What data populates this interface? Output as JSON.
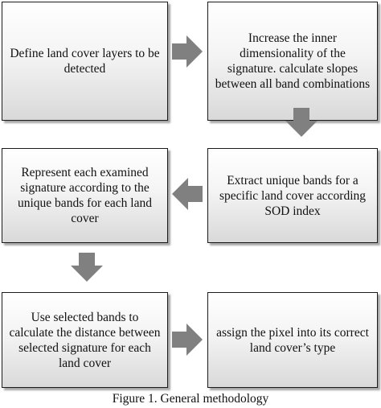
{
  "diagram": {
    "boxes": [
      {
        "id": "box-1",
        "text": "Define land cover layers to be detected"
      },
      {
        "id": "box-2",
        "text": "Increase the inner dimensionality of the signature. calculate slopes between all band combinations"
      },
      {
        "id": "box-3",
        "text": "Extract unique bands for a specific land cover according SOD index"
      },
      {
        "id": "box-4",
        "text": "Represent each examined signature according to the unique bands for each land cover"
      },
      {
        "id": "box-5",
        "text": "Use selected bands to calculate the distance between selected signature for each land cover"
      },
      {
        "id": "box-6",
        "text": "assign the pixel into its correct land cover’s type"
      }
    ],
    "flow": [
      {
        "from": "box-1",
        "to": "box-2",
        "direction": "right"
      },
      {
        "from": "box-2",
        "to": "box-3",
        "direction": "down"
      },
      {
        "from": "box-3",
        "to": "box-4",
        "direction": "left"
      },
      {
        "from": "box-4",
        "to": "box-5",
        "direction": "down"
      },
      {
        "from": "box-5",
        "to": "box-6",
        "direction": "right"
      }
    ],
    "arrow_color": "#808080",
    "box_border_color": "#1a1a1a"
  },
  "caption": "Figure 1. General methodology"
}
